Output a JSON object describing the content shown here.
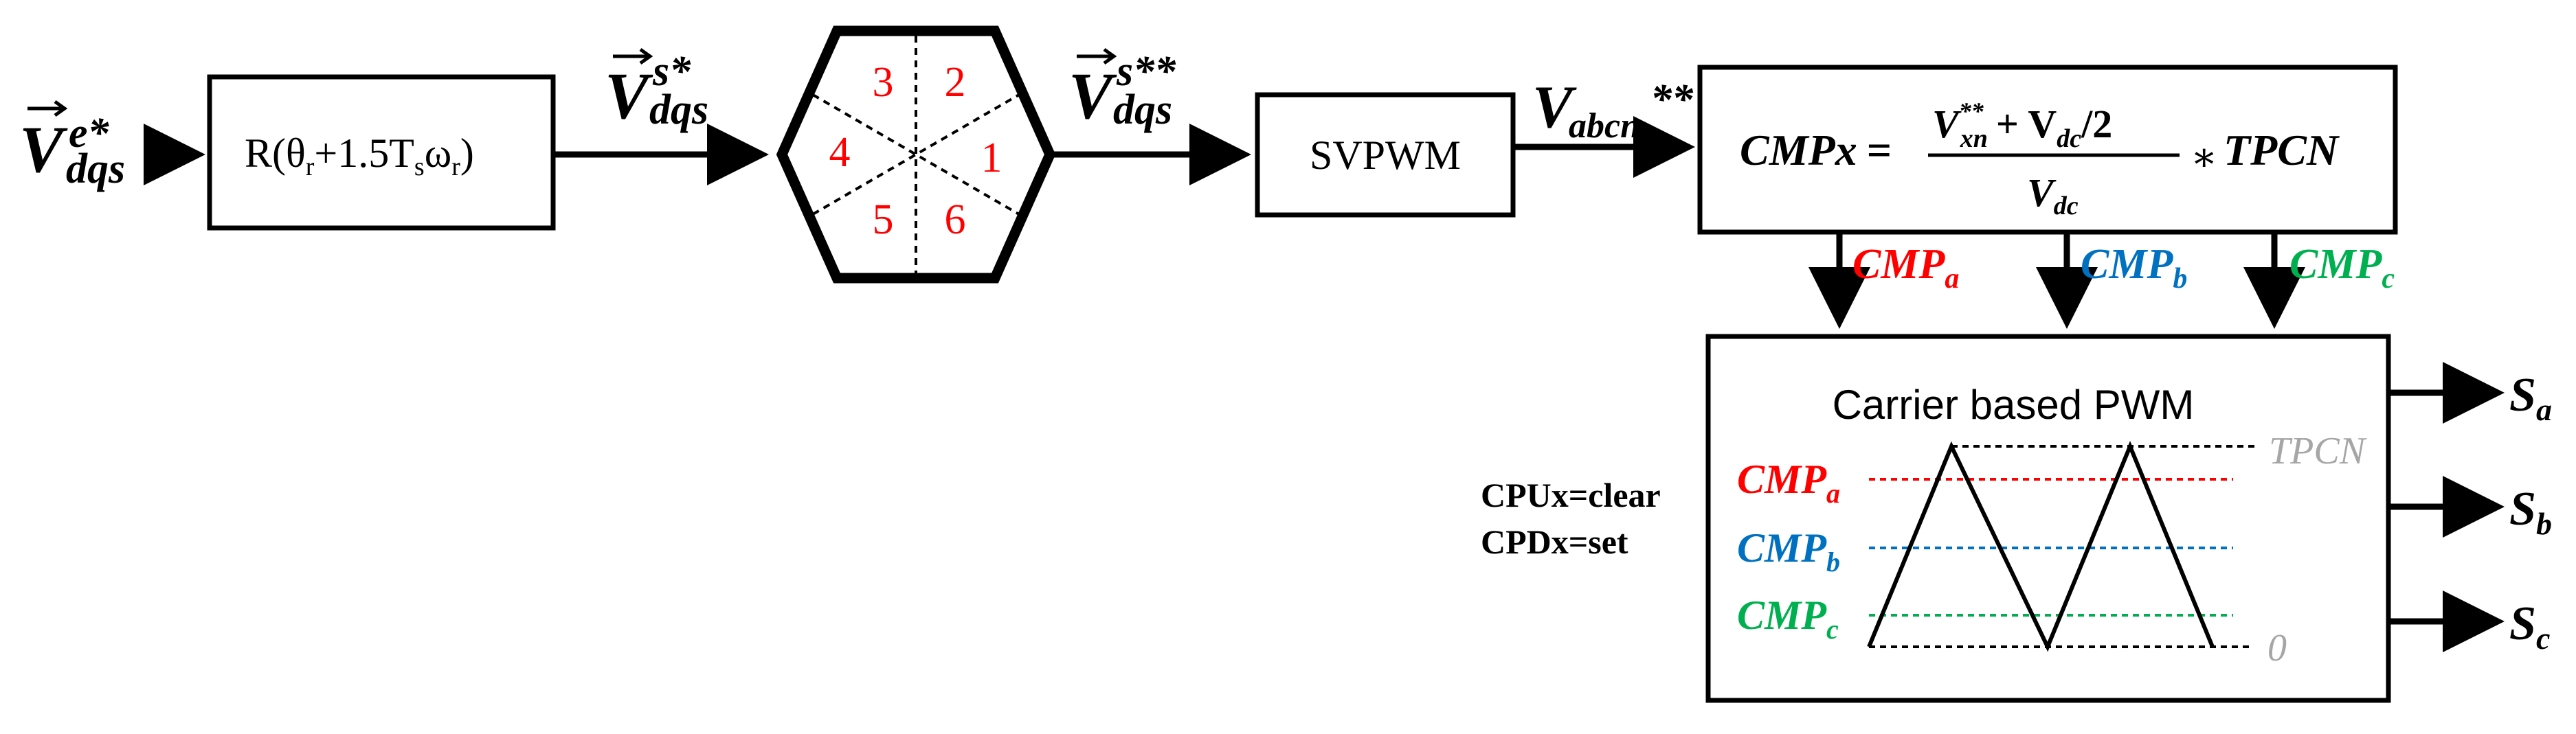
{
  "colors": {
    "stroke": "#000000",
    "red": "#ff0000",
    "blue": "#0070c0",
    "green": "#00b050",
    "gray": "#a6a6a6"
  },
  "signals": {
    "v_in": {
      "base": "V",
      "sub": "dqs",
      "sup": "e*"
    },
    "v_s": {
      "base": "V",
      "sub": "dqs",
      "sup": "s*"
    },
    "v_ss": {
      "base": "V",
      "sub": "dqs",
      "sup": "s**"
    },
    "v_abcn": {
      "base": "V",
      "sub": "abcn",
      "sup": "**"
    }
  },
  "rotation_block": {
    "prefix": "R(θ",
    "sub_r1": "r",
    "mid": "+1.5T",
    "sub_s": "s",
    "omega": "ω",
    "sub_r2": "r",
    "suffix": ")"
  },
  "sector_hexagon": {
    "sectors": [
      "3",
      "2",
      "4",
      "1",
      "5",
      "6"
    ]
  },
  "svpwm_block": {
    "label": "SVPWM"
  },
  "cmp_formula": {
    "lhs": "CMPx",
    "eq": "=",
    "num_v": "V",
    "num_sup": "**",
    "num_sub": "xn",
    "num_rest": "+ V",
    "num_sub2": "dc",
    "num_tail": "/2",
    "den_v": "V",
    "den_sub": "dc",
    "times": "∗",
    "rhs": "TPCN"
  },
  "cmp_signals": [
    {
      "base": "CMP",
      "sub": "a",
      "color": "#ff0000"
    },
    {
      "base": "CMP",
      "sub": "b",
      "color": "#0070c0"
    },
    {
      "base": "CMP",
      "sub": "c",
      "color": "#00b050"
    }
  ],
  "pwm_block": {
    "title": "Carrier based PWM",
    "top_label": "TPCN",
    "bottom_label": "0",
    "mode_lines": [
      "CPUx=clear",
      "CPDx=set"
    ]
  },
  "outputs": [
    {
      "base": "S",
      "sub": "a"
    },
    {
      "base": "S",
      "sub": "b"
    },
    {
      "base": "S",
      "sub": "c"
    }
  ]
}
